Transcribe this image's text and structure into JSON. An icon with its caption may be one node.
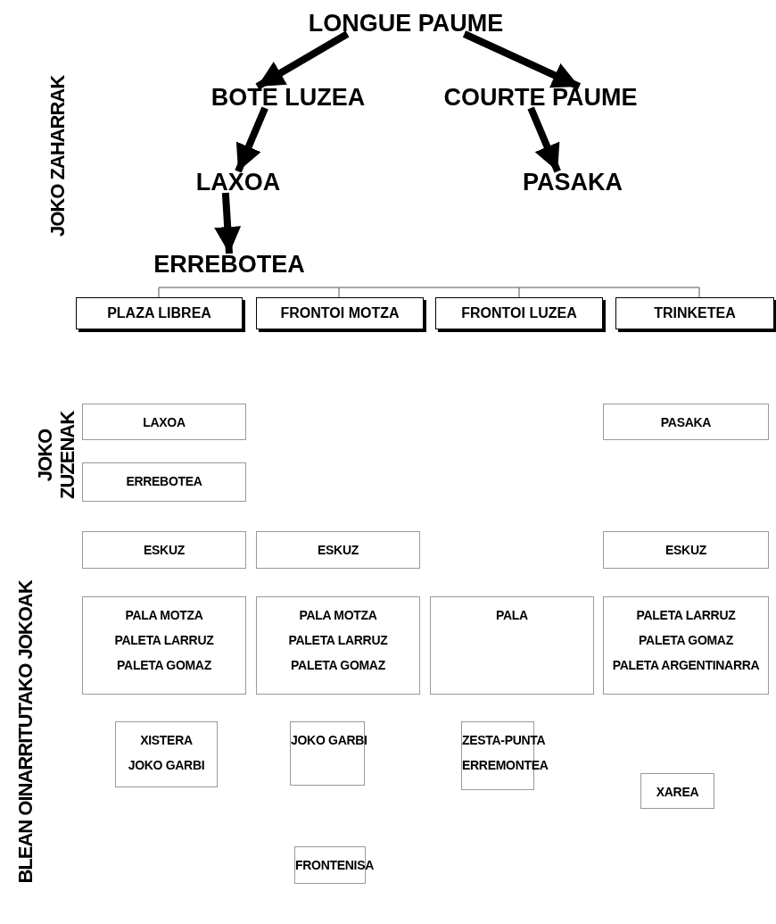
{
  "diagram": {
    "nodes": [
      {
        "text": [
          "LONGUE PAUME"
        ]
      },
      {
        "text": [
          "BOTE LUZEA"
        ]
      },
      {
        "text": [
          "COURTE PAUME"
        ]
      },
      {
        "text": [
          "LAXOA"
        ]
      },
      {
        "text": [
          "PASAKA"
        ]
      },
      {
        "text": [
          "ERREBOTEA"
        ]
      },
      {
        "text": [
          "PLAZA LIBREA"
        ]
      },
      {
        "text": [
          "FRONTOI MOTZA"
        ]
      },
      {
        "text": [
          "FRONTOI LUZEA"
        ]
      },
      {
        "text": [
          "TRINKETEA"
        ]
      },
      {
        "text": [
          "LAXOA"
        ]
      },
      {
        "text": [
          "PASAKA"
        ]
      },
      {
        "text": [
          "ERREBOTEA"
        ]
      },
      {
        "text": [
          "ESKUZ"
        ]
      },
      {
        "text": [
          "ESKUZ"
        ]
      },
      {
        "text": [
          "ESKUZ"
        ]
      },
      {
        "text": [
          "PALA MOTZA",
          "PALETA LARRUZ",
          "PALETA GOMAZ"
        ]
      },
      {
        "text": [
          "PALA MOTZA",
          "PALETA LARRUZ",
          "PALETA GOMAZ"
        ]
      },
      {
        "text": [
          "PALA"
        ]
      },
      {
        "text": [
          "PALETA LARRUZ",
          "PALETA GOMAZ",
          "PALETA ARGENTINARRA"
        ]
      },
      {
        "text": [
          "XISTERA",
          "JOKO GARBI"
        ]
      },
      {
        "text": [
          "JOKO GARBI"
        ]
      },
      {
        "text": [
          "ZESTA-PUNTA",
          "ERREMONTEA"
        ]
      },
      {
        "text": [
          "XAREA"
        ]
      },
      {
        "text": [
          "FRONTENISA"
        ]
      }
    ],
    "edges": [
      {
        "from": 0,
        "to": 1,
        "arrow": "to"
      },
      {
        "from": 0,
        "to": 2,
        "arrow": "to"
      },
      {
        "from": 1,
        "to": 3,
        "arrow": "to"
      },
      {
        "from": 2,
        "to": 4,
        "arrow": "to"
      },
      {
        "from": 3,
        "to": 5,
        "arrow": "to"
      }
    ],
    "labels": [
      "JOKO ZAHARRAK",
      "JOKO ZUZENAK",
      "BLEAN OINARRITUTAKO JOKOAK"
    ]
  }
}
